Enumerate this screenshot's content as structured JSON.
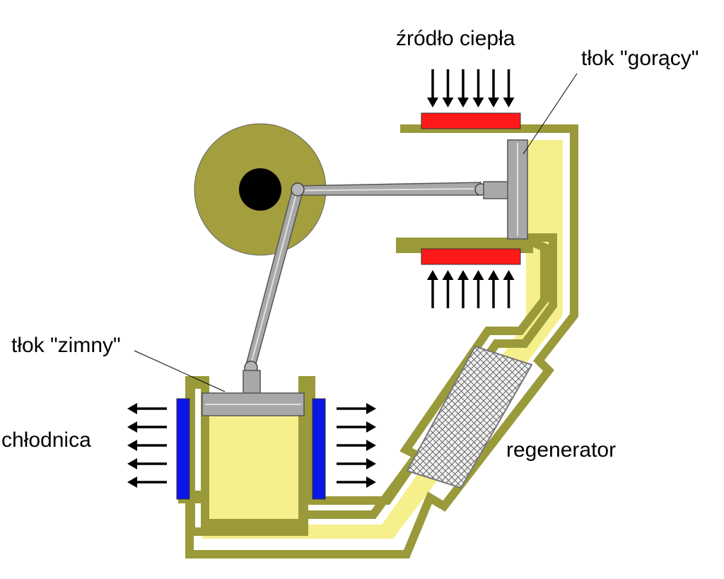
{
  "labels": {
    "heat_source": "źródło ciepła",
    "hot_piston": "tłok \"gorący\"",
    "cold_piston": "tłok \"zimny\"",
    "cooler": "chłodnica",
    "regenerator": "regenerator"
  },
  "colors": {
    "wall": "#9a9a3a",
    "gas": "#f5f08c",
    "piston": "#a8a8a8",
    "flywheel": "#a39e3e",
    "heater": "#ff1a1a",
    "cooler": "#0b16e6",
    "arrow": "#000000"
  }
}
